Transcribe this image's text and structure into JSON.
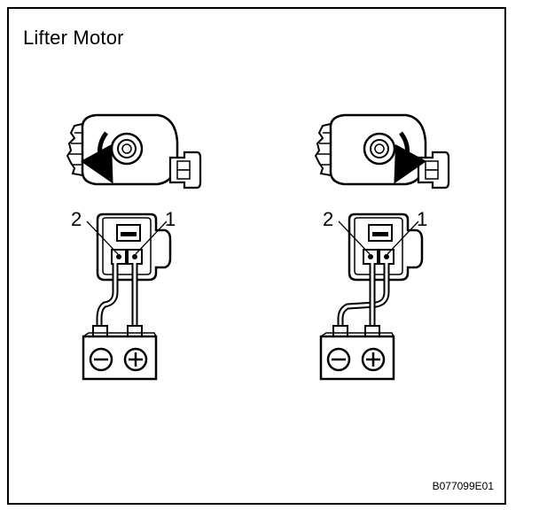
{
  "figure": {
    "title": "Lifter Motor",
    "code": "B077099E01"
  },
  "left_setup": {
    "rotation": "counterclockwise",
    "terminal_labels": [
      "2",
      "1"
    ],
    "battery_signs": [
      "⊖",
      "⊕"
    ]
  },
  "right_setup": {
    "rotation": "clockwise",
    "terminal_labels": [
      "2",
      "1"
    ],
    "battery_signs": [
      "⊖",
      "⊕"
    ]
  },
  "icons": [
    "motor-icon",
    "connector-icon",
    "battery-icon",
    "rotation-arrow-icon"
  ]
}
